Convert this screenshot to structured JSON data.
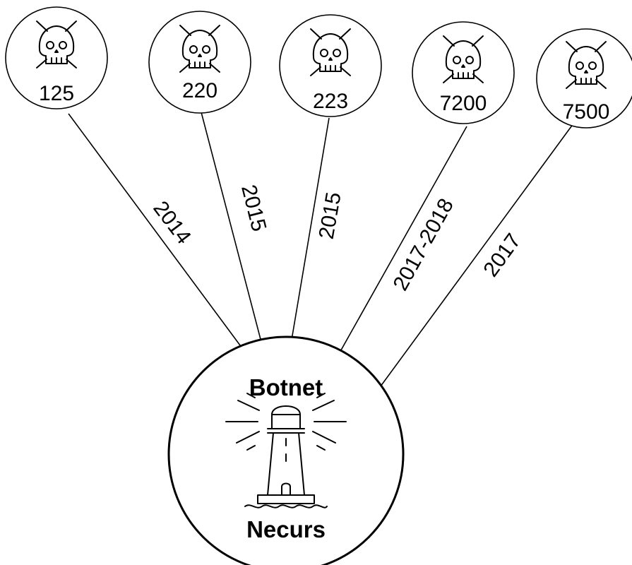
{
  "hub": {
    "title": "Botnet",
    "name": "Necurs",
    "icon": "lighthouse-icon"
  },
  "nodes": [
    {
      "id": "n125",
      "count": "125",
      "year": "2014",
      "icon": "skull-icon"
    },
    {
      "id": "n220",
      "count": "220",
      "year": "2015",
      "icon": "skull-icon"
    },
    {
      "id": "n223",
      "count": "223",
      "year": "2015",
      "icon": "skull-icon"
    },
    {
      "id": "n7200",
      "count": "7200",
      "year": "2017-2018",
      "icon": "skull-icon"
    },
    {
      "id": "n7500",
      "count": "7500",
      "year": "2017",
      "icon": "skull-icon"
    }
  ]
}
